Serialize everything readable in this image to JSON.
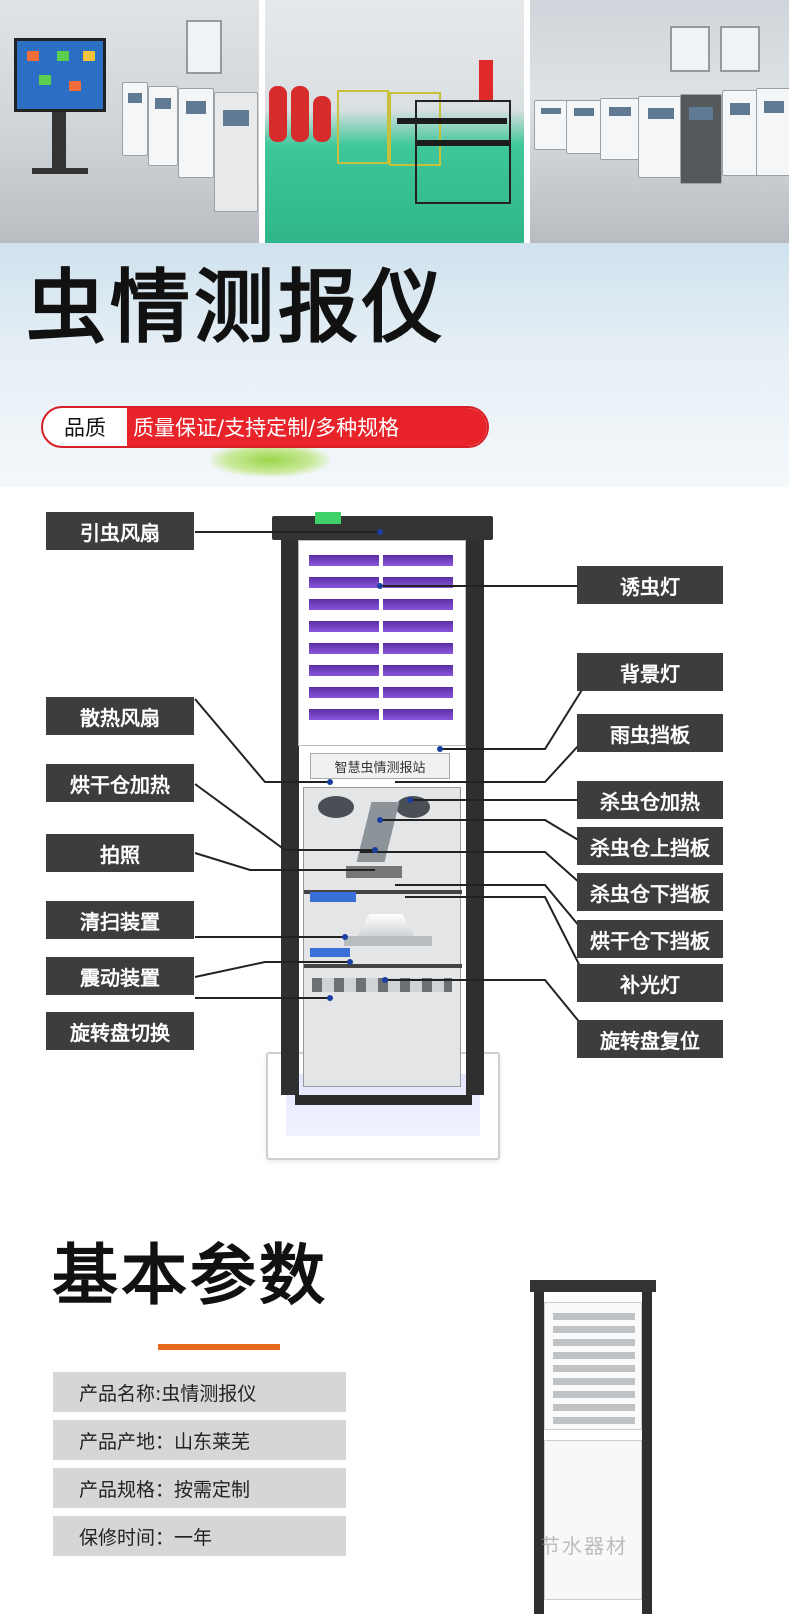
{
  "banner": {
    "title": "虫情测报仪",
    "pill_label": "品质",
    "pill_text": "质量保证/支持定制/多种规格"
  },
  "diagram": {
    "device_sign": "智慧虫情测报站",
    "labels_left": [
      "引虫风扇",
      "散热风扇",
      "烘干仓加热",
      "拍照",
      "清扫装置",
      "震动装置",
      "旋转盘切换"
    ],
    "labels_right": [
      "诱虫灯",
      "背景灯",
      "雨虫挡板",
      "杀虫仓加热",
      "杀虫仓上挡板",
      "杀虫仓下挡板",
      "烘干仓下挡板",
      "补光灯",
      "旋转盘复位"
    ]
  },
  "params": {
    "title": "基本参数",
    "rows": [
      {
        "text": "产品名称:虫情测报仪"
      },
      {
        "text": "产品产地：山东莱芜"
      },
      {
        "text": "产品规格：按需定制"
      },
      {
        "text": "保修时间：一年"
      }
    ],
    "watermark": "节水器材"
  },
  "colors": {
    "accent_red": "#e8232a",
    "label_bg": "#3d3d3d",
    "divider_orange": "#e86a1e",
    "slat_purple": "#6a3cc0"
  }
}
